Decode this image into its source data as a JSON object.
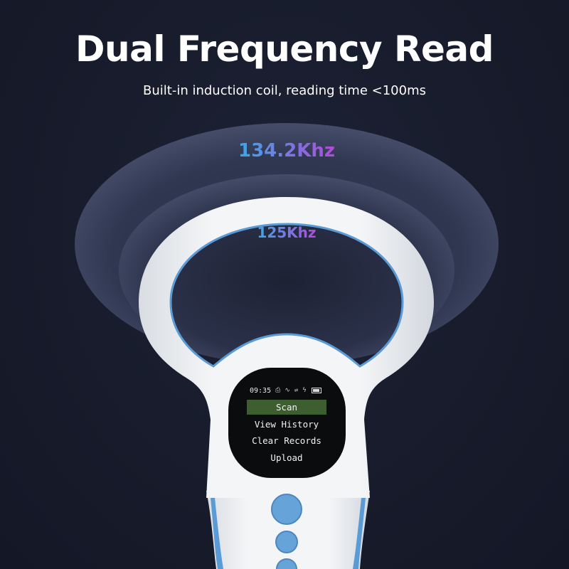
{
  "header": {
    "title": "Dual Frequency Read",
    "subtitle": "Built-in induction coil, reading time <100ms"
  },
  "frequencies": {
    "outer": "134.2Khz",
    "inner": "125Khz"
  },
  "device": {
    "status_bar": {
      "time": "09:35"
    },
    "menu": [
      {
        "label": "Scan",
        "selected": true
      },
      {
        "label": "View History",
        "selected": false
      },
      {
        "label": "Clear Records",
        "selected": false
      },
      {
        "label": "Upload",
        "selected": false
      }
    ]
  },
  "colors": {
    "background": "#171b2b",
    "device_body": "#eef0f2",
    "device_accent": "#5b9bd5",
    "button": "#66a3d9",
    "selected_item": "#3d5f2f",
    "gradient_start": "#3ea6e6",
    "gradient_end": "#b14bd8"
  }
}
